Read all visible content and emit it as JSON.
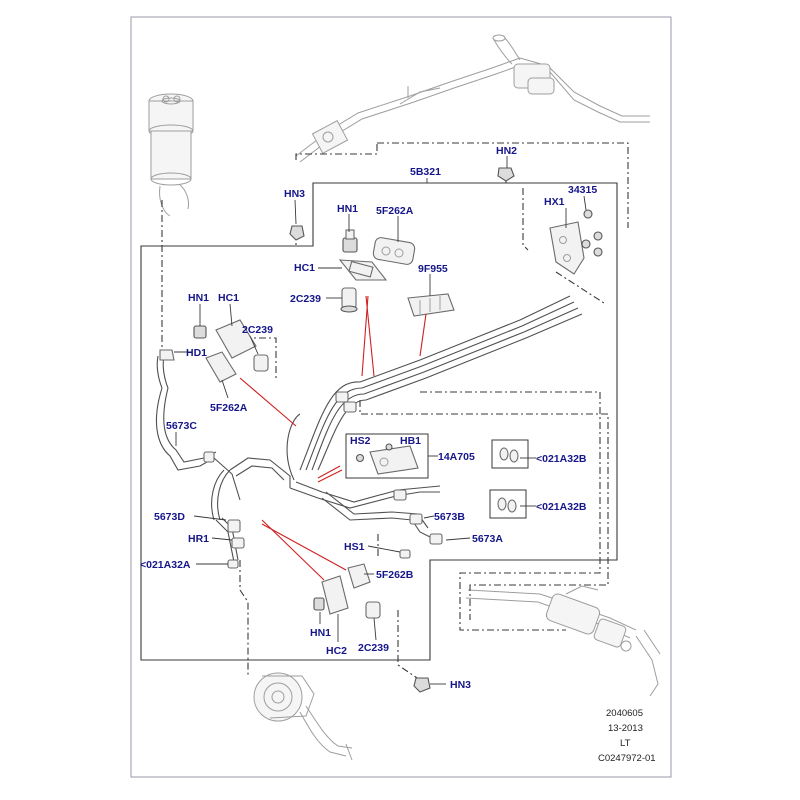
{
  "labels": {
    "hn2": "HN2",
    "b5321": "5B321",
    "hn3_top": "HN3",
    "hn1_top": "HN1",
    "f262a_top": "5F262A",
    "p34315": "34315",
    "hx1": "HX1",
    "hc1_mid": "HC1",
    "f955": "9F955",
    "c239_mid": "2C239",
    "hn1_left": "HN1",
    "hc1_left": "HC1",
    "c239_left": "2C239",
    "hd1": "HD1",
    "f262a_left": "5F262A",
    "p5673c": "5673C",
    "hs2": "HS2",
    "hb1": "HB1",
    "a14705": "14A705",
    "a021_r1": "<021A32B",
    "a021_r2": "<021A32B",
    "p5673b": "5673B",
    "p5673a": "5673A",
    "p5673d": "5673D",
    "hr1": "HR1",
    "a021_left": "<021A32A",
    "hs1": "HS1",
    "f262b": "5F262B",
    "hn1_bot": "HN1",
    "hc2": "HC2",
    "c239_bot": "2C239",
    "hn3_bot": "HN3"
  },
  "reference": {
    "line1": "2040605",
    "line2": "13-2013",
    "line3": "LT",
    "line4": "C0247972-01"
  },
  "colors": {
    "label": "#16168a",
    "leader_red": "#d02020",
    "line": "#3a3a3a",
    "frame": "#9a9aa8"
  }
}
